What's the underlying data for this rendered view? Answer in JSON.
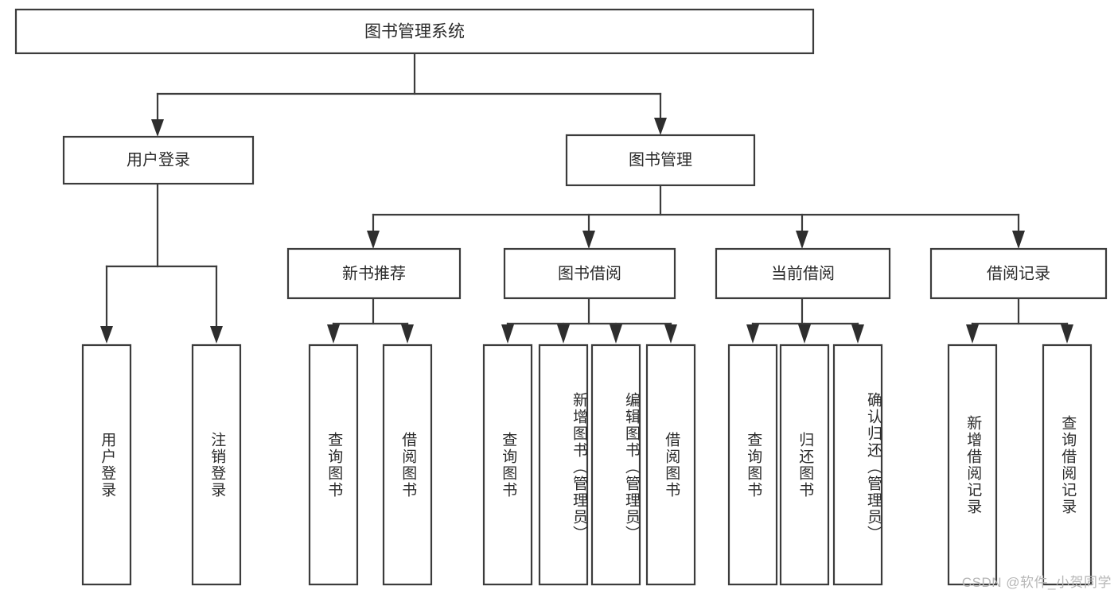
{
  "diagram": {
    "title_node": {
      "label": "图书管理系统"
    },
    "level1": [
      {
        "id": "user-login",
        "label": "用户登录"
      },
      {
        "id": "book-manage",
        "label": "图书管理"
      }
    ],
    "level2": [
      {
        "id": "new-book-recommend",
        "label": "新书推荐"
      },
      {
        "id": "book-borrow",
        "label": "图书借阅"
      },
      {
        "id": "current-borrow",
        "label": "当前借阅"
      },
      {
        "id": "borrow-record",
        "label": "借阅记录"
      }
    ],
    "leaves": [
      {
        "id": "leaf-user-login",
        "label": "用户登录",
        "parent": "user-login"
      },
      {
        "id": "leaf-logout-login",
        "label": "注销登录",
        "parent": "user-login"
      },
      {
        "id": "leaf-query-book-1",
        "label": "查询图书",
        "parent": "new-book-recommend"
      },
      {
        "id": "leaf-borrow-book-1",
        "label": "借阅图书",
        "parent": "new-book-recommend"
      },
      {
        "id": "leaf-query-book-2",
        "label": "查询图书",
        "parent": "book-borrow"
      },
      {
        "id": "leaf-add-book",
        "label": "新增图书（管理员）",
        "parent": "book-borrow"
      },
      {
        "id": "leaf-edit-book",
        "label": "编辑图书（管理员）",
        "parent": "book-borrow"
      },
      {
        "id": "leaf-borrow-book-2",
        "label": "借阅图书",
        "parent": "book-borrow"
      },
      {
        "id": "leaf-query-book-3",
        "label": "查询图书",
        "parent": "current-borrow"
      },
      {
        "id": "leaf-return-book",
        "label": "归还图书",
        "parent": "current-borrow"
      },
      {
        "id": "leaf-confirm-return",
        "label": "确认归还（管理员）",
        "parent": "current-borrow"
      },
      {
        "id": "leaf-add-record",
        "label": "新增借阅记录",
        "parent": "borrow-record"
      },
      {
        "id": "leaf-query-record",
        "label": "查询借阅记录",
        "parent": "borrow-record"
      }
    ],
    "watermark": "CSDN @软件_小贺同学",
    "colors": {
      "stroke": "#3c3c3c",
      "fill": "#ffffff",
      "text": "#2b2b2b",
      "watermark": "#b6b6b6",
      "background": "#ffffff"
    }
  }
}
